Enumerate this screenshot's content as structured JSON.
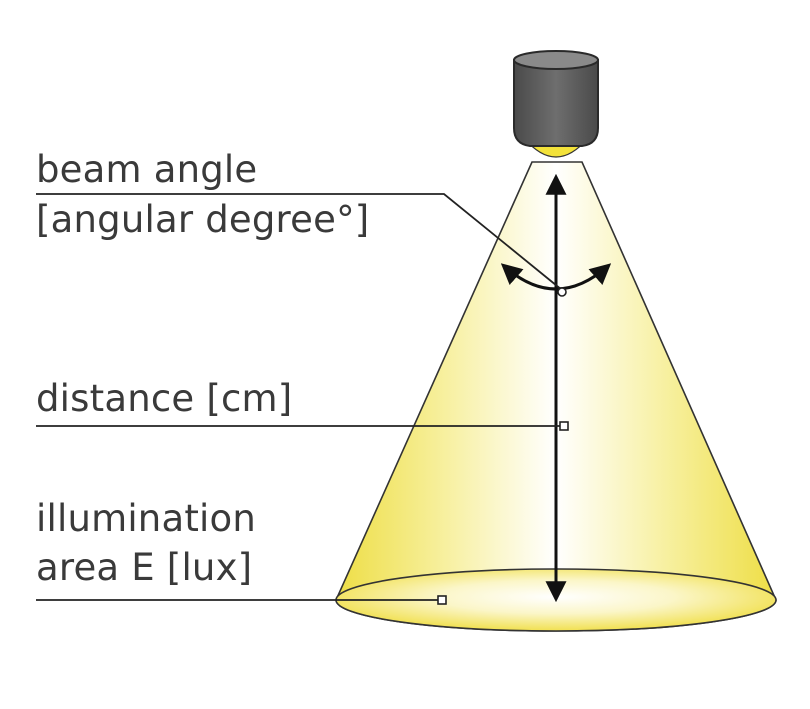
{
  "labels": {
    "beam_angle": {
      "line1": "beam angle",
      "line2": "[angular degree°]"
    },
    "distance": "distance [cm]",
    "illumination": {
      "line1": "illumination",
      "line2": "area E [lux]"
    }
  },
  "colors": {
    "light_yellow": "#f4e86a",
    "light_core": "#ffffff",
    "cone_outline": "#333333",
    "lens_body": "#5e5e5e",
    "lens_top": "#7a7a7a",
    "lens_glow": "#f3e23a",
    "text": "#3a3a3a",
    "leader_line": "#222222"
  }
}
